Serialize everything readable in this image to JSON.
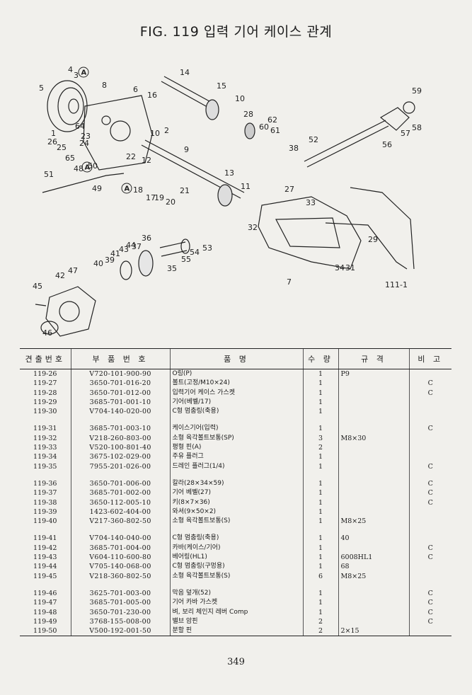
{
  "title": "FIG. 119 입력 기어 케이스 관계",
  "page_number": "349",
  "diagram": {
    "callouts": [
      "1",
      "2",
      "3",
      "4",
      "5",
      "6",
      "7",
      "8",
      "9",
      "10",
      "10",
      "11",
      "12",
      "13",
      "14",
      "15",
      "16",
      "17",
      "18",
      "19",
      "20",
      "21",
      "22",
      "23",
      "24",
      "25",
      "26",
      "27",
      "28",
      "29",
      "31",
      "32",
      "33",
      "34",
      "35",
      "36",
      "37",
      "38",
      "39",
      "40",
      "41",
      "42",
      "43",
      "44",
      "45",
      "46",
      "47",
      "48",
      "49",
      "50",
      "51",
      "52",
      "53",
      "54",
      "55",
      "56",
      "57",
      "58",
      "59",
      "60",
      "61",
      "62",
      "64",
      "65",
      "111-1"
    ],
    "markers": [
      "A",
      "A",
      "A"
    ]
  },
  "table": {
    "headers": [
      "견출번호",
      "부 품 번 호",
      "품 명",
      "수 량",
      "규 격",
      "비 고"
    ],
    "groups": [
      [
        {
          "no": "119-26",
          "part": "V720-101-900-90",
          "name": "O링(P)",
          "qty": "1",
          "spec": "P9",
          "remark": ""
        },
        {
          "no": "119-27",
          "part": "3650-701-016-20",
          "name": "볼트(고정/M10×24)",
          "qty": "1",
          "spec": "",
          "remark": "C"
        },
        {
          "no": "119-28",
          "part": "3650-701-012-00",
          "name": "입력기어 케이스 가스켓",
          "qty": "1",
          "spec": "",
          "remark": "C"
        },
        {
          "no": "119-29",
          "part": "3685-701-001-10",
          "name": "기어(베벨/17)",
          "qty": "1",
          "spec": "",
          "remark": ""
        },
        {
          "no": "119-30",
          "part": "V704-140-020-00",
          "name": "C형 멈춤링(축용)",
          "qty": "1",
          "spec": "",
          "remark": ""
        }
      ],
      [
        {
          "no": "119-31",
          "part": "3685-701-003-10",
          "name": "케이스기어(입력)",
          "qty": "1",
          "spec": "",
          "remark": "C"
        },
        {
          "no": "119-32",
          "part": "V218-260-803-00",
          "name": "소형 육각볼트보통(SP)",
          "qty": "3",
          "spec": "M8×30",
          "remark": ""
        },
        {
          "no": "119-33",
          "part": "V520-100-801-40",
          "name": "평형 핀(A)",
          "qty": "2",
          "spec": "",
          "remark": ""
        },
        {
          "no": "119-34",
          "part": "3675-102-029-00",
          "name": "주유 플러그",
          "qty": "1",
          "spec": "",
          "remark": ""
        },
        {
          "no": "119-35",
          "part": "7955-201-026-00",
          "name": "드레인 플러그(1/4)",
          "qty": "1",
          "spec": "",
          "remark": "C"
        }
      ],
      [
        {
          "no": "119-36",
          "part": "3650-701-006-00",
          "name": "칼라(28×34×59)",
          "qty": "1",
          "spec": "",
          "remark": "C"
        },
        {
          "no": "119-37",
          "part": "3685-701-002-00",
          "name": "기어 베벨(27)",
          "qty": "1",
          "spec": "",
          "remark": "C"
        },
        {
          "no": "119-38",
          "part": "3650-112-005-10",
          "name": "키(8×7×36)",
          "qty": "1",
          "spec": "",
          "remark": "C"
        },
        {
          "no": "119-39",
          "part": "1423-602-404-00",
          "name": "와셔(9×50×2)",
          "qty": "1",
          "spec": "",
          "remark": ""
        },
        {
          "no": "119-40",
          "part": "V217-360-802-50",
          "name": "소형 육각볼트보통(S)",
          "qty": "1",
          "spec": "M8×25",
          "remark": ""
        }
      ],
      [
        {
          "no": "119-41",
          "part": "V704-140-040-00",
          "name": "C형 멈춤링(축용)",
          "qty": "1",
          "spec": "40",
          "remark": ""
        },
        {
          "no": "119-42",
          "part": "3685-701-004-00",
          "name": "카바(케이스/기어)",
          "qty": "1",
          "spec": "",
          "remark": "C"
        },
        {
          "no": "119-43",
          "part": "V604-110-600-80",
          "name": "베어링(HL1)",
          "qty": "1",
          "spec": "6008HL1",
          "remark": "C"
        },
        {
          "no": "119-44",
          "part": "V705-140-068-00",
          "name": "C형 멈춤링(구멍용)",
          "qty": "1",
          "spec": "68",
          "remark": ""
        },
        {
          "no": "119-45",
          "part": "V218-360-802-50",
          "name": "소형 육각볼트보통(S)",
          "qty": "6",
          "spec": "M8×25",
          "remark": ""
        }
      ],
      [
        {
          "no": "119-46",
          "part": "3625-701-003-00",
          "name": "막음 덮개(52)",
          "qty": "1",
          "spec": "",
          "remark": "C"
        },
        {
          "no": "119-47",
          "part": "3685-701-005-00",
          "name": "기어 카바 가스켓",
          "qty": "1",
          "spec": "",
          "remark": "C"
        },
        {
          "no": "119-48",
          "part": "3650-701-230-00",
          "name": "벼, 보리 체인지 레버 Comp",
          "qty": "1",
          "spec": "",
          "remark": "C"
        },
        {
          "no": "119-49",
          "part": "3768-155-008-00",
          "name": "밸브 암핀",
          "qty": "2",
          "spec": "",
          "remark": "C"
        },
        {
          "no": "119-50",
          "part": "V500-192-001-50",
          "name": "분할 핀",
          "qty": "2",
          "spec": "2×15",
          "remark": ""
        }
      ]
    ]
  }
}
